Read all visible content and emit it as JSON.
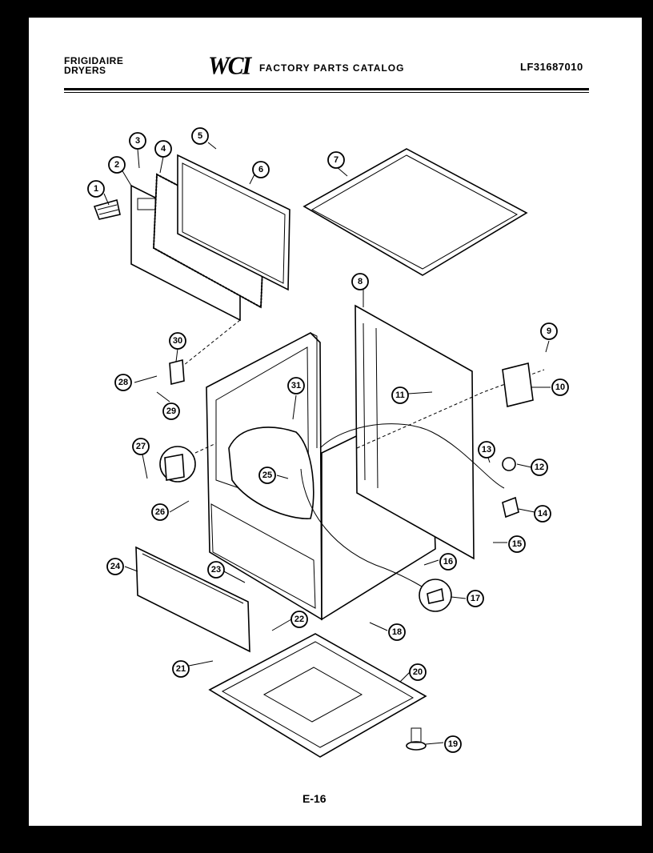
{
  "header": {
    "brand_line1": "FRIGIDAIRE",
    "brand_line2": "DRYERS",
    "logo": "WCI",
    "catalog_title": "FACTORY PARTS CATALOG",
    "model_number": "LF31687010"
  },
  "footer": {
    "page_number": "E-16"
  },
  "callouts": [
    {
      "id": "c1",
      "label": "1"
    },
    {
      "id": "c2",
      "label": "2"
    },
    {
      "id": "c3",
      "label": "3"
    },
    {
      "id": "c4",
      "label": "4"
    },
    {
      "id": "c5",
      "label": "5"
    },
    {
      "id": "c6",
      "label": "6"
    },
    {
      "id": "c7",
      "label": "7"
    },
    {
      "id": "c8",
      "label": "8"
    },
    {
      "id": "c9",
      "label": "9"
    },
    {
      "id": "c10",
      "label": "10"
    },
    {
      "id": "c11",
      "label": "11"
    },
    {
      "id": "c12",
      "label": "12"
    },
    {
      "id": "c13",
      "label": "13"
    },
    {
      "id": "c14",
      "label": "14"
    },
    {
      "id": "c15",
      "label": "15"
    },
    {
      "id": "c16",
      "label": "16"
    },
    {
      "id": "c17",
      "label": "17"
    },
    {
      "id": "c18",
      "label": "18"
    },
    {
      "id": "c19",
      "label": "19"
    },
    {
      "id": "c20",
      "label": "20"
    },
    {
      "id": "c21",
      "label": "21"
    },
    {
      "id": "c22",
      "label": "22"
    },
    {
      "id": "c23",
      "label": "23"
    },
    {
      "id": "c24",
      "label": "24"
    },
    {
      "id": "c25",
      "label": "25"
    },
    {
      "id": "c26",
      "label": "26"
    },
    {
      "id": "c27",
      "label": "27"
    },
    {
      "id": "c28",
      "label": "28"
    },
    {
      "id": "c29",
      "label": "29"
    },
    {
      "id": "c30",
      "label": "30"
    },
    {
      "id": "c31",
      "label": "31"
    }
  ]
}
